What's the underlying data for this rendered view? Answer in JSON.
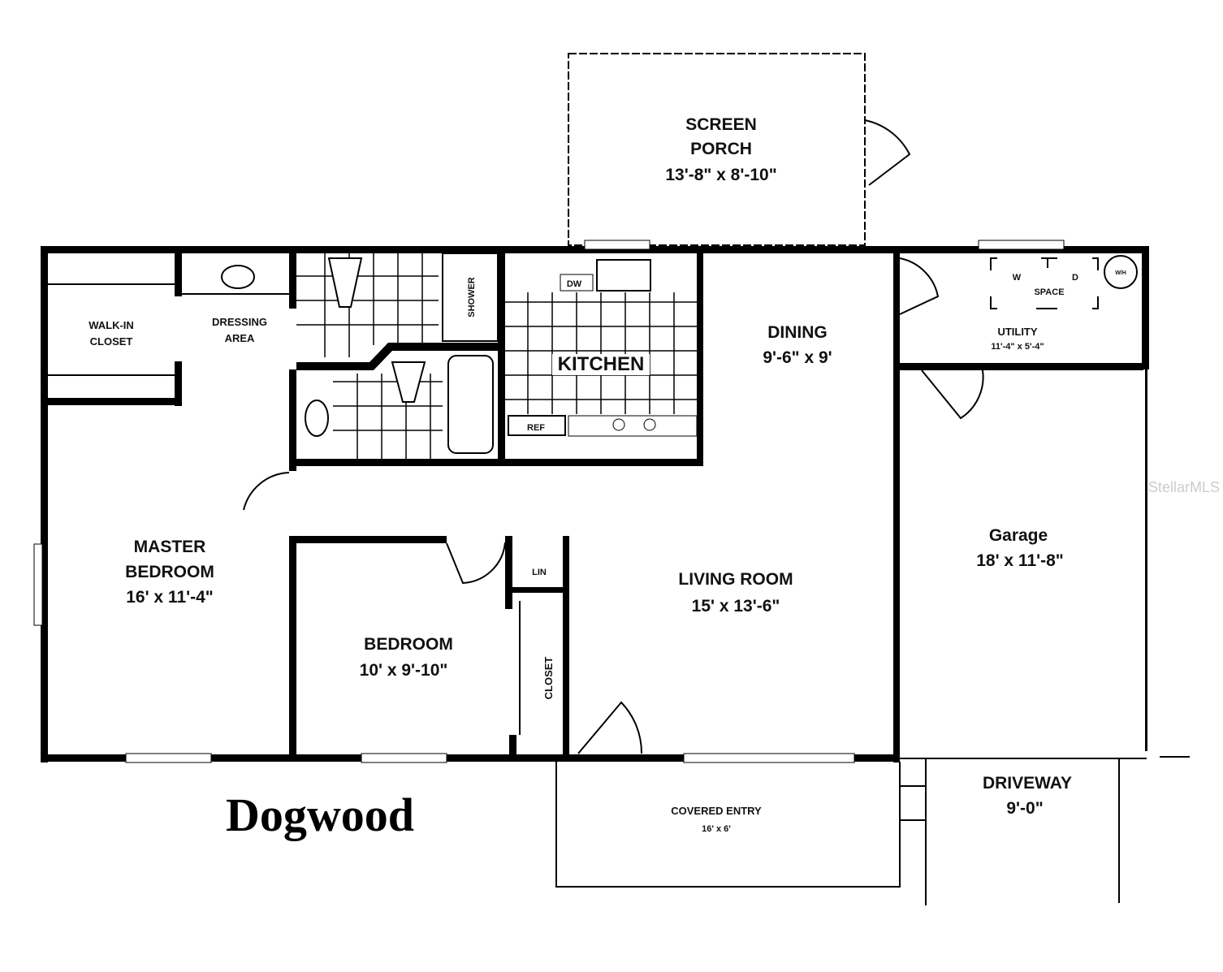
{
  "plan_name": "Dogwood",
  "watermark": "StellarMLS",
  "rooms": {
    "screen_porch": {
      "name_line1": "SCREEN",
      "name_line2": "PORCH",
      "size": "13'-8\" x 8'-10\""
    },
    "walk_in_closet": {
      "name_line1": "WALK-IN",
      "name_line2": "CLOSET"
    },
    "dressing_area": {
      "name_line1": "DRESSING",
      "name_line2": "AREA"
    },
    "shower": {
      "name": "SHOWER"
    },
    "kitchen": {
      "name": "KITCHEN",
      "dw": "DW",
      "ref": "REF"
    },
    "dining": {
      "name": "DINING",
      "size": "9'-6\" x 9'"
    },
    "utility": {
      "name": "UTILITY",
      "size": "11'-4\" x 5'-4\"",
      "w": "W",
      "d": "D",
      "space": "SPACE",
      "wh": "W/H"
    },
    "master_bedroom": {
      "name_line1": "MASTER",
      "name_line2": "BEDROOM",
      "size": "16' x 11'-4\""
    },
    "bedroom": {
      "name": "BEDROOM",
      "size": "10' x 9'-10\""
    },
    "linen": {
      "name": "LIN"
    },
    "closet": {
      "name": "CLOSET"
    },
    "living_room": {
      "name": "LIVING ROOM",
      "size": "15' x 13'-6\""
    },
    "garage": {
      "name": "Garage",
      "size": "18' x 11'-8\""
    },
    "covered_entry": {
      "name": "COVERED ENTRY",
      "size": "16' x 6'"
    },
    "driveway": {
      "name": "DRIVEWAY",
      "size": "9'-0\""
    }
  }
}
